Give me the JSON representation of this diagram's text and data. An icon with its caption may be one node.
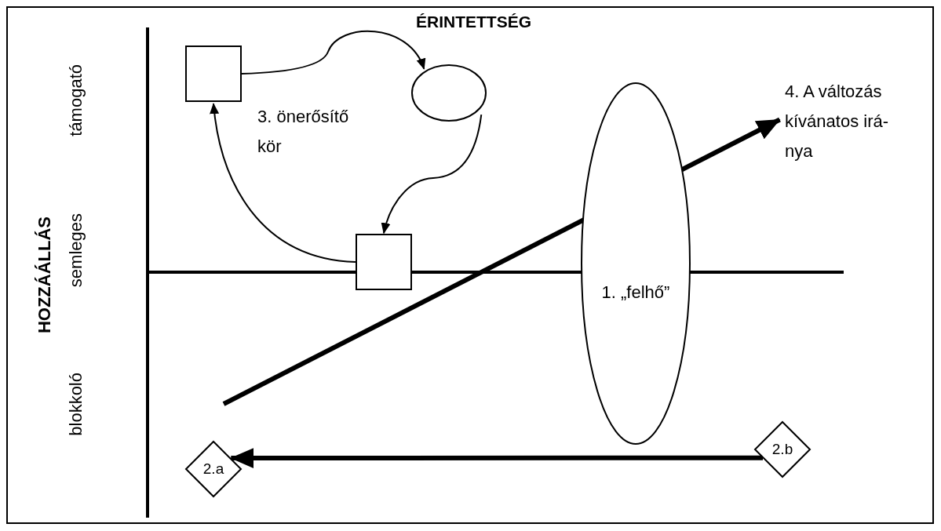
{
  "diagram": {
    "nodes": [
      {
        "text": [],
        "shape": "box"
      },
      {
        "text": [],
        "shape": "circle"
      },
      {
        "text": [],
        "shape": "box"
      },
      {
        "text": [
          "1. „felhő”"
        ]
      },
      {
        "text": [
          "2.b"
        ]
      },
      {
        "text": [
          "2.a"
        ]
      },
      {
        "text": [
          "4. A változás kívánatos irá- nya"
        ]
      }
    ],
    "edges": [
      {
        "from": 0,
        "to": 1,
        "arrow": "to"
      },
      {
        "from": 1,
        "to": 2,
        "arrow": "to"
      },
      {
        "from": 2,
        "to": 0,
        "arrow": "to"
      },
      {
        "from": 4,
        "to": 5,
        "arrow": "to",
        "style": "thick"
      },
      {
        "from": null,
        "to": 6,
        "arrow": "to",
        "style": "thick"
      }
    ],
    "labels": [
      "ÉRINTETTSÉG",
      "HOZZÁÁLLÁS",
      "támogató",
      "semleges",
      "blokkoló",
      "3. önerősítő kör"
    ]
  }
}
